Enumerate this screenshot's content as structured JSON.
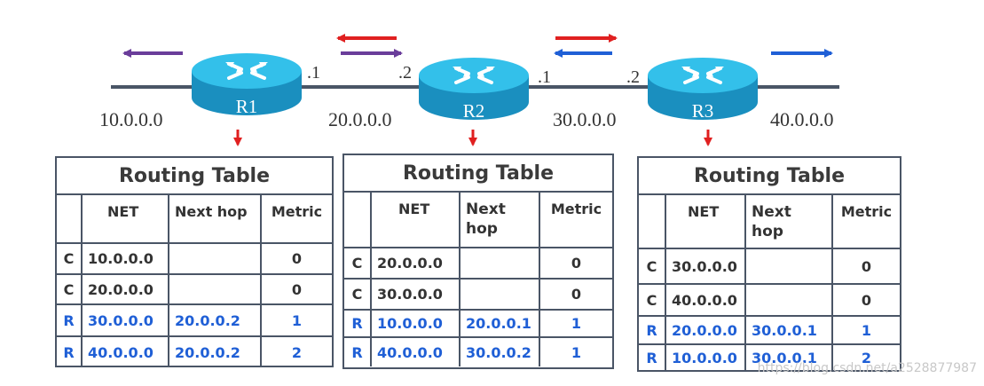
{
  "networks": [
    "10.0.0.0",
    "20.0.0.0",
    "30.0.0.0",
    "40.0.0.0"
  ],
  "routers": [
    {
      "name": "R1",
      "if_right": ".1"
    },
    {
      "name": "R2",
      "if_left": ".2",
      "if_right": ".1"
    },
    {
      "name": "R3",
      "if_left": ".2"
    }
  ],
  "colors": {
    "arrow_purple": "#6a3d9a",
    "arrow_red": "#e02020",
    "arrow_blue": "#1f5fd6",
    "router_fill": "#1a9fd0",
    "router_top": "#33c0ea",
    "line": "#4a5566",
    "rip_text": "#1f5fd6"
  },
  "tables": [
    {
      "title": "Routing Table",
      "headers": {
        "net": "NET",
        "next_hop": "Next hop",
        "metric": "Metric"
      },
      "rows": [
        {
          "type": "C",
          "net": "10.0.0.0",
          "next_hop": "",
          "metric": "0"
        },
        {
          "type": "C",
          "net": "20.0.0.0",
          "next_hop": "",
          "metric": "0"
        },
        {
          "type": "R",
          "net": "30.0.0.0",
          "next_hop": "20.0.0.2",
          "metric": "1"
        },
        {
          "type": "R",
          "net": "40.0.0.0",
          "next_hop": "20.0.0.2",
          "metric": "2"
        }
      ]
    },
    {
      "title": "Routing Table",
      "headers": {
        "net": "NET",
        "next_hop": "Next hop",
        "metric": "Metric"
      },
      "rows": [
        {
          "type": "C",
          "net": "20.0.0.0",
          "next_hop": "",
          "metric": "0"
        },
        {
          "type": "C",
          "net": "30.0.0.0",
          "next_hop": "",
          "metric": "0"
        },
        {
          "type": "R",
          "net": "10.0.0.0",
          "next_hop": "20.0.0.1",
          "metric": "1"
        },
        {
          "type": "R",
          "net": "40.0.0.0",
          "next_hop": "30.0.0.2",
          "metric": "1"
        }
      ]
    },
    {
      "title": "Routing Table",
      "headers": {
        "net": "NET",
        "next_hop": "Next hop",
        "metric": "Metric"
      },
      "rows": [
        {
          "type": "C",
          "net": "30.0.0.0",
          "next_hop": "",
          "metric": "0"
        },
        {
          "type": "C",
          "net": "40.0.0.0",
          "next_hop": "",
          "metric": "0"
        },
        {
          "type": "R",
          "net": "20.0.0.0",
          "next_hop": "30.0.0.1",
          "metric": "1"
        },
        {
          "type": "R",
          "net": "10.0.0.0",
          "next_hop": "30.0.0.1",
          "metric": "2"
        }
      ]
    }
  ],
  "watermark": "https://blog.csdn.net/a2528877987"
}
